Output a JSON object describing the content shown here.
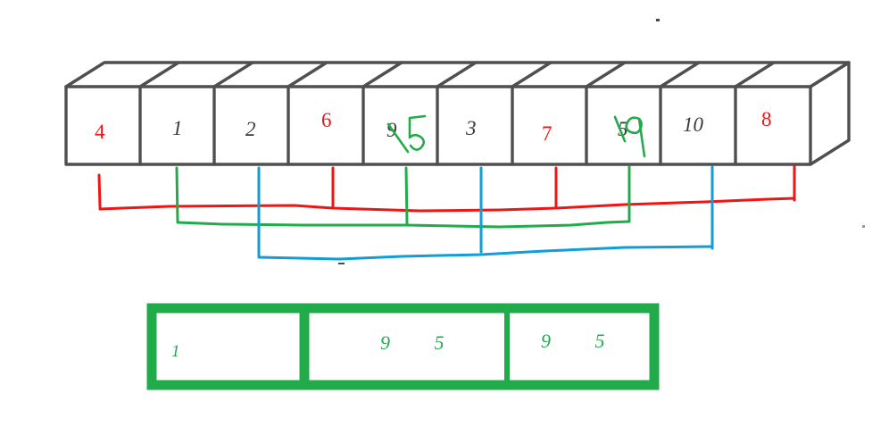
{
  "diagram": {
    "title": "Hand-drawn array partition diagram",
    "colors": {
      "outline": "#4f4f4f",
      "red": "#ee1512",
      "green": "#22ab4b",
      "blue": "#119dd8",
      "black_ink": "#3a3a3a"
    },
    "array": {
      "name": "main-array",
      "cell_count": 10,
      "cells": [
        {
          "index": 1,
          "value": "4",
          "ink": "red",
          "overwritten": false
        },
        {
          "index": 2,
          "value": "1",
          "ink": "black",
          "overwritten": false
        },
        {
          "index": 3,
          "value": "2",
          "ink": "black",
          "overwritten": false
        },
        {
          "index": 4,
          "value": "6",
          "ink": "red",
          "overwritten": false
        },
        {
          "index": 5,
          "value": "9",
          "ink": "black",
          "overwritten": true,
          "new_value": "5",
          "new_ink": "green"
        },
        {
          "index": 6,
          "value": "3",
          "ink": "black",
          "overwritten": false
        },
        {
          "index": 7,
          "value": "7",
          "ink": "red",
          "overwritten": false
        },
        {
          "index": 8,
          "value": "5",
          "ink": "black",
          "overwritten": true,
          "new_value": "9",
          "new_ink": "green"
        },
        {
          "index": 9,
          "value": "10",
          "ink": "black",
          "overwritten": false
        },
        {
          "index": 10,
          "value": "8",
          "ink": "red",
          "overwritten": false
        }
      ]
    },
    "pointers": {
      "description": "Three coloured bracket lines drawn beneath the array",
      "lines": [
        {
          "name": "red-pointer-line",
          "color": "#ee1512",
          "tick_cells": [
            1,
            4,
            7,
            10
          ]
        },
        {
          "name": "green-pointer-line",
          "color": "#22ab4b",
          "tick_cells": [
            2,
            5,
            8
          ]
        },
        {
          "name": "blue-pointer-line",
          "color": "#119dd8",
          "tick_cells": [
            3,
            6,
            9
          ]
        }
      ]
    },
    "result_box": {
      "name": "result-array",
      "border_color": "#22ab4b",
      "cells": [
        {
          "index": 1,
          "value": "1",
          "ink": "green"
        },
        {
          "index": 2,
          "value": "9 5",
          "ink": "green"
        },
        {
          "index": 3,
          "value": "9 5",
          "ink": "green"
        }
      ]
    }
  }
}
